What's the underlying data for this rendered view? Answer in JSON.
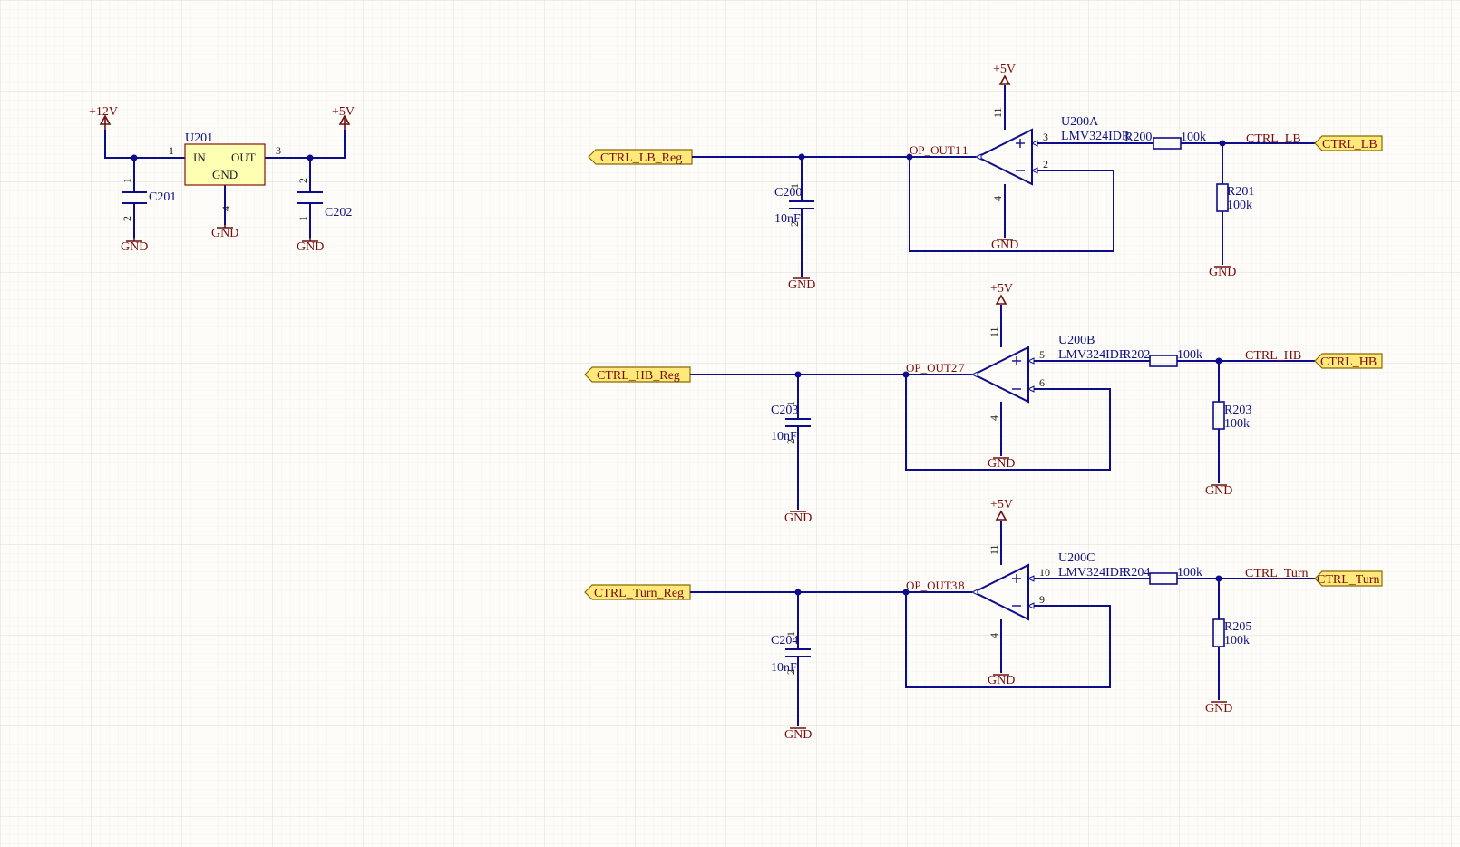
{
  "regulator": {
    "designator": "U201",
    "pin_in": "IN",
    "pin_out": "OUT",
    "pin_gnd": "GND",
    "pin1": "1",
    "pin3": "3",
    "pin4": "4",
    "power_in": "+12V",
    "power_out": "+5V",
    "c_in": {
      "designator": "C201",
      "pin_top": "1",
      "pin_bottom": "2"
    },
    "c_out": {
      "designator": "C202",
      "pin_top": "2",
      "pin_bottom": "1"
    },
    "gnd": "GND"
  },
  "channels": [
    {
      "input_port": "CTRL_LB_Reg",
      "cap": {
        "designator": "C200",
        "value": "10nF",
        "pin_top": "1",
        "pin_bottom": "2"
      },
      "opamp": {
        "designator": "U200A",
        "part": "LMV324IDR",
        "pin_plus": "3",
        "pin_minus": "2",
        "pin_vcc": "11",
        "pin_gnd": "4",
        "pin_out_label": "OP_OUT1",
        "pin_out": "1"
      },
      "series_res": {
        "designator": "R200",
        "value": "100k"
      },
      "shunt_res": {
        "designator": "R201",
        "value": "100k"
      },
      "net": "CTRL_LB",
      "output_port": "CTRL_LB",
      "power": "+5V",
      "gnd": "GND"
    },
    {
      "input_port": "CTRL_HB_Reg",
      "cap": {
        "designator": "C203",
        "value": "10nF",
        "pin_top": "1",
        "pin_bottom": "2"
      },
      "opamp": {
        "designator": "U200B",
        "part": "LMV324IDR",
        "pin_plus": "5",
        "pin_minus": "6",
        "pin_vcc": "11",
        "pin_gnd": "4",
        "pin_out_label": "OP_OUT2",
        "pin_out": "7"
      },
      "series_res": {
        "designator": "R202",
        "value": "100k"
      },
      "shunt_res": {
        "designator": "R203",
        "value": "100k"
      },
      "net": "CTRL_HB",
      "output_port": "CTRL_HB",
      "power": "+5V",
      "gnd": "GND"
    },
    {
      "input_port": "CTRL_Turn_Reg",
      "cap": {
        "designator": "C204",
        "value": "10nF",
        "pin_top": "1",
        "pin_bottom": "2"
      },
      "opamp": {
        "designator": "U200C",
        "part": "LMV324IDR",
        "pin_plus": "10",
        "pin_minus": "9",
        "pin_vcc": "11",
        "pin_gnd": "4",
        "pin_out_label": "OP_OUT3",
        "pin_out": "8"
      },
      "series_res": {
        "designator": "R204",
        "value": "100k"
      },
      "shunt_res": {
        "designator": "R205",
        "value": "100k"
      },
      "net": "CTRL_Turn",
      "output_port": "CTRL_Turn",
      "power": "+5V",
      "gnd": "GND"
    }
  ],
  "colors": {
    "background": "#fdfcf8",
    "wire": "#0d0d8c",
    "power_symbol": "#7a0b0b",
    "port_fill": "#ffe97a",
    "component_fill": "#ffffb3"
  }
}
